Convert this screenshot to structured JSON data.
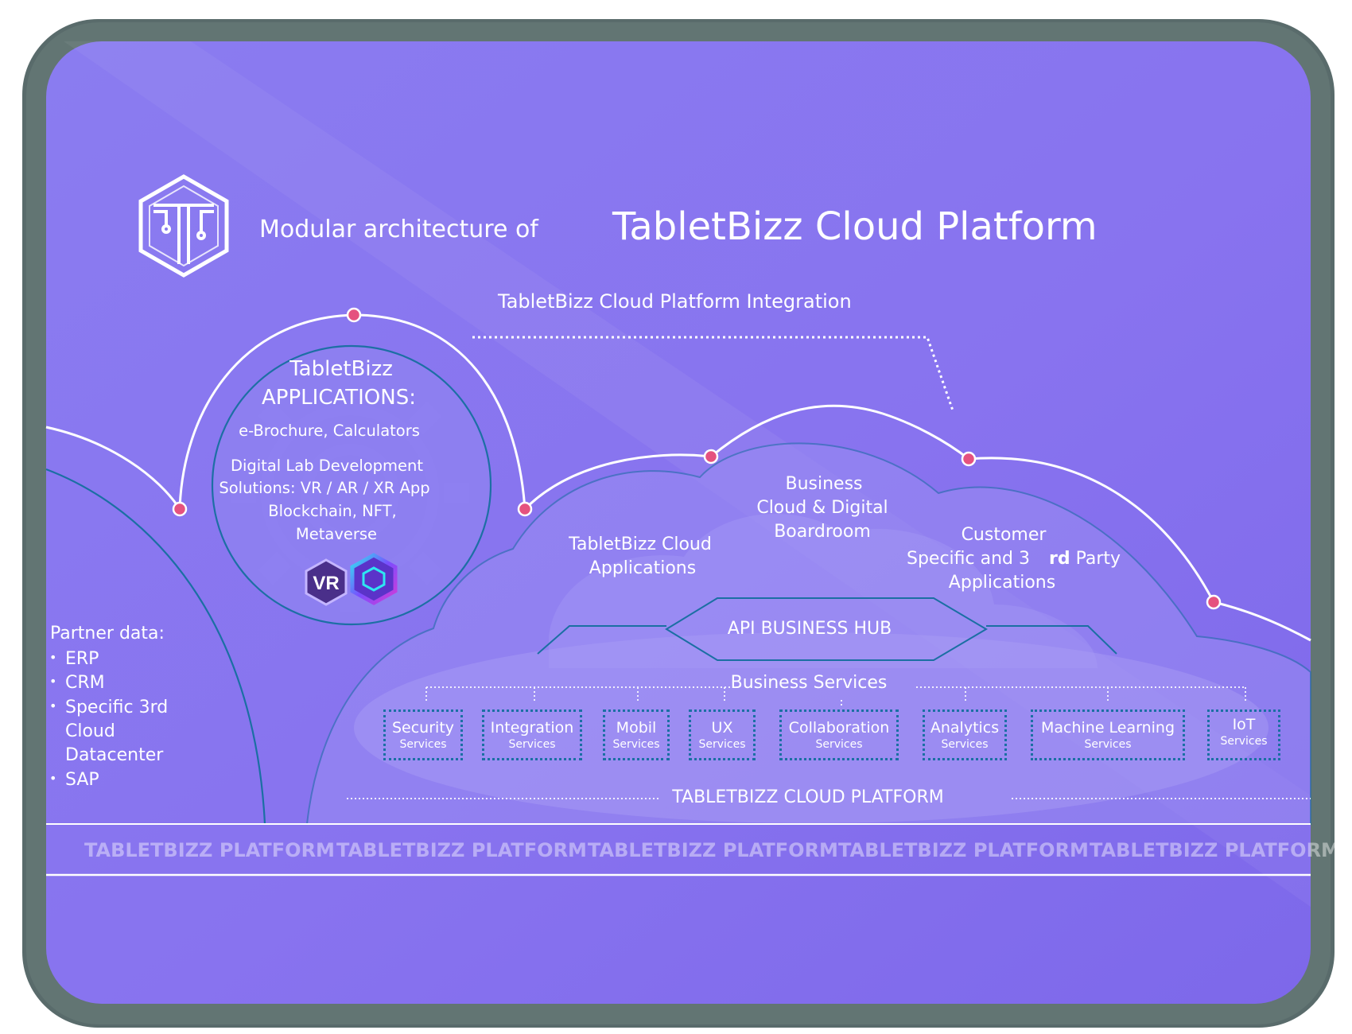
{
  "header": {
    "subtitle": "Modular architecture of",
    "title": "TabletBizz Cloud Platform"
  },
  "integration": {
    "label": "TabletBizz Cloud Platform Integration"
  },
  "applications": {
    "title_line1": "TabletBizz",
    "title_line2": "APPLICATIONS:",
    "line1": "e-Brochure, Calculators",
    "line2": "Digital Lab Development",
    "line3": "Solutions: VR / AR / XR App",
    "line4": "Blockchain, NFT,",
    "line5": "Metaverse",
    "badge_vr": "VR"
  },
  "clouds": {
    "business_line1": "Business",
    "business_line2": "Cloud & Digital",
    "business_line3": "Boardroom",
    "cloud_apps_line1": "TabletBizz Cloud",
    "cloud_apps_line2": "Applications",
    "customer_line1": "Customer",
    "customer_line2a": "Specific and 3",
    "customer_line2b": "rd",
    "customer_line2c": " Party",
    "customer_line3": "Applications"
  },
  "hub": {
    "label": "API BUSINESS HUB"
  },
  "business_services": {
    "label": "Business Services",
    "items": [
      {
        "name": "Security",
        "sub": "Services"
      },
      {
        "name": "Integration",
        "sub": "Services"
      },
      {
        "name": "Mobil",
        "sub": "Services"
      },
      {
        "name": "UX",
        "sub": "Services"
      },
      {
        "name": "Collaboration",
        "sub": "Services"
      },
      {
        "name": "Analytics",
        "sub": "Services"
      },
      {
        "name": "Machine Learning",
        "sub": "Services"
      },
      {
        "name": "IoT",
        "sub": "Services"
      }
    ]
  },
  "cloud_platform": {
    "label": "TABLETBIZZ CLOUD PLATFORM"
  },
  "partner": {
    "title": "Partner data:",
    "items": [
      "ERP",
      "CRM",
      "Specific 3rd",
      "SAP"
    ],
    "item3_line2": "Cloud",
    "item3_line3": "Datacenter"
  },
  "footer": {
    "items": [
      "TABLETBIZZ PLATFORM",
      "TABLETBIZZ PLATFORM",
      "TABLETBIZZ PLATFORM",
      "TABLETBIZZ PLATFORM",
      "TABLETBIZZ PLATFORM"
    ]
  },
  "colors": {
    "screen": "#8872ef",
    "frame": "#596b6b",
    "connector_dot": "#e5527f",
    "line_dark": "#1b6fa3"
  },
  "icons": {
    "logo": "tabletbizz-hexagon-logo-icon",
    "gear": "gear-icon",
    "vr": "vr-badge-icon",
    "cube": "hex-cube-icon"
  }
}
